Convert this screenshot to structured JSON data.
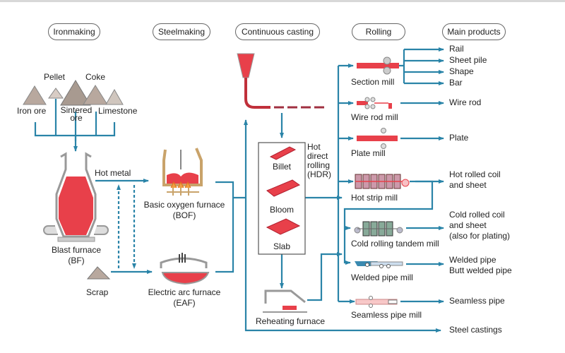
{
  "stages": [
    "Ironmaking",
    "Steelmaking",
    "Continuous casting",
    "Rolling",
    "Main products"
  ],
  "raw_materials": {
    "pellet": "Pellet",
    "coke": "Coke",
    "iron_ore": "Iron ore",
    "sintered_ore": "Sintered ore",
    "limestone": "Limestone",
    "scrap": "Scrap"
  },
  "furnaces": {
    "bf": "Blast furnace",
    "bf_abbr": "(BF)",
    "bof": "Basic oxygen furnace",
    "bof_abbr": "(BOF)",
    "eaf": "Electric arc furnace",
    "eaf_abbr": "(EAF)",
    "hot_metal": "Hot metal",
    "reheating": "Reheating furnace"
  },
  "casting": {
    "billet": "Billet",
    "bloom": "Bloom",
    "slab": "Slab",
    "hdr": [
      "Hot",
      "direct",
      "rolling",
      "(HDR)"
    ]
  },
  "mills": [
    "Section mill",
    "Wire rod mill",
    "Plate mill",
    "Hot strip mill",
    "Cold rolling tandem mill",
    "Welded pipe mill",
    "Seamless pipe mill"
  ],
  "products": {
    "section": [
      "Rail",
      "Sheet pile",
      "Shape",
      "Bar"
    ],
    "wire_rod": "Wire rod",
    "plate": "Plate",
    "hot_rolled": [
      "Hot rolled coil",
      "and sheet"
    ],
    "cold_rolled": [
      "Cold rolled coil",
      "and sheet",
      "(also for plating)"
    ],
    "welded": [
      "Welded pipe",
      "Butt welded pipe"
    ],
    "seamless": "Seamless pipe",
    "castings": "Steel castings"
  },
  "colors": {
    "flow": "#2a84a8",
    "steel": "#e8404a",
    "pile": "#b8a89e",
    "outline": "#555555"
  }
}
